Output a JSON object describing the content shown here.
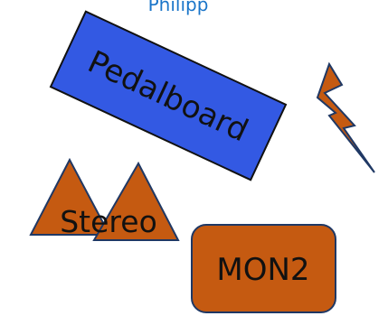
{
  "top_label": "Philipp",
  "pedalboard": {
    "label": "Pedalboard",
    "fill": "#3359e3",
    "stroke": "#111111"
  },
  "stereo": {
    "label": "Stereo",
    "fill": "#c55a11",
    "stroke": "#1f3864"
  },
  "monitor": {
    "label": "MON2",
    "fill": "#c55a11",
    "stroke": "#1f3864"
  },
  "lightning": {
    "icon": "lightning-bolt-icon",
    "fill": "#c55a11",
    "stroke": "#1f3864"
  },
  "colors": {
    "top_label": "#1a75c9",
    "text": "#111111"
  }
}
